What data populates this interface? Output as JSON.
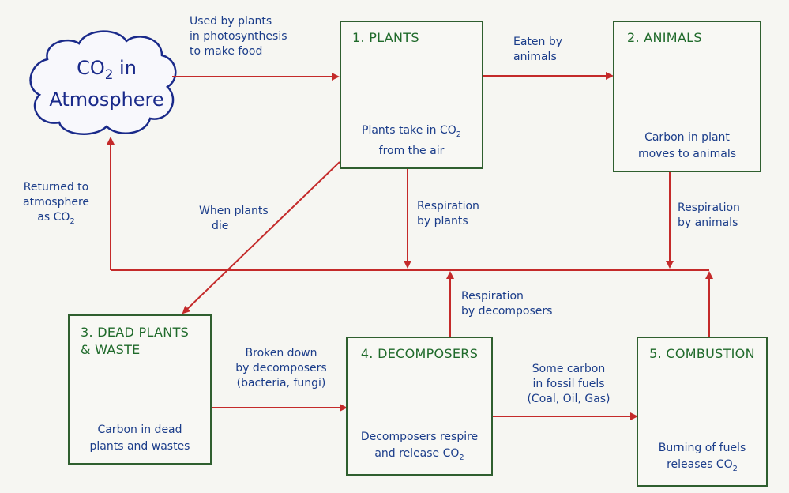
{
  "atmosphere": {
    "line1": "CO",
    "sub": "2",
    "line1_suffix": " in",
    "line2": "Atmosphere"
  },
  "boxes": {
    "plants": {
      "title": "1. PLANTS",
      "cap1_pre": "Plants take in CO",
      "cap1_sub": "2",
      "cap2": "from the air"
    },
    "animals": {
      "title": "2. ANIMALS",
      "cap1": "Carbon in plant",
      "cap2": "moves to animals"
    },
    "dead": {
      "title1": "3. DEAD PLANTS",
      "title2": "& WASTE",
      "cap1": "Carbon in dead",
      "cap2": "plants and wastes"
    },
    "decomposers": {
      "title": "4. DECOMPOSERS",
      "cap1": "Decomposers respire",
      "cap2_pre": "and release CO",
      "cap2_sub": "2"
    },
    "combustion": {
      "title": "5. COMBUSTION",
      "cap1": "Burning of fuels",
      "cap2_pre": "releases CO",
      "cap2_sub": "2"
    }
  },
  "labels": {
    "photosynthesis": [
      "Used by plants",
      "in photosynthesis",
      "to make food"
    ],
    "eaten": [
      "Eaten by",
      "animals"
    ],
    "returned": [
      "Returned to",
      "atmosphere",
      "as CO"
    ],
    "returned_sub": "2",
    "plants_die": [
      "When plants",
      "die"
    ],
    "resp_plants": [
      "Respiration",
      "by plants"
    ],
    "resp_animals": [
      "Respiration",
      "by animals"
    ],
    "resp_decomposers": [
      "Respiration",
      "by decomposers"
    ],
    "broken_down": [
      "Broken down",
      "by decomposers",
      "(bacteria, fungi)"
    ],
    "fossil": [
      "Some carbon",
      "in fossil fuels",
      "(Coal, Oil, Gas)"
    ]
  },
  "colors": {
    "arrow": "#c42a2a",
    "box_border": "#2f5f2f",
    "title": "#1f6a2a",
    "text": "#1b3d8a",
    "cloud": "#1a2a8a"
  }
}
